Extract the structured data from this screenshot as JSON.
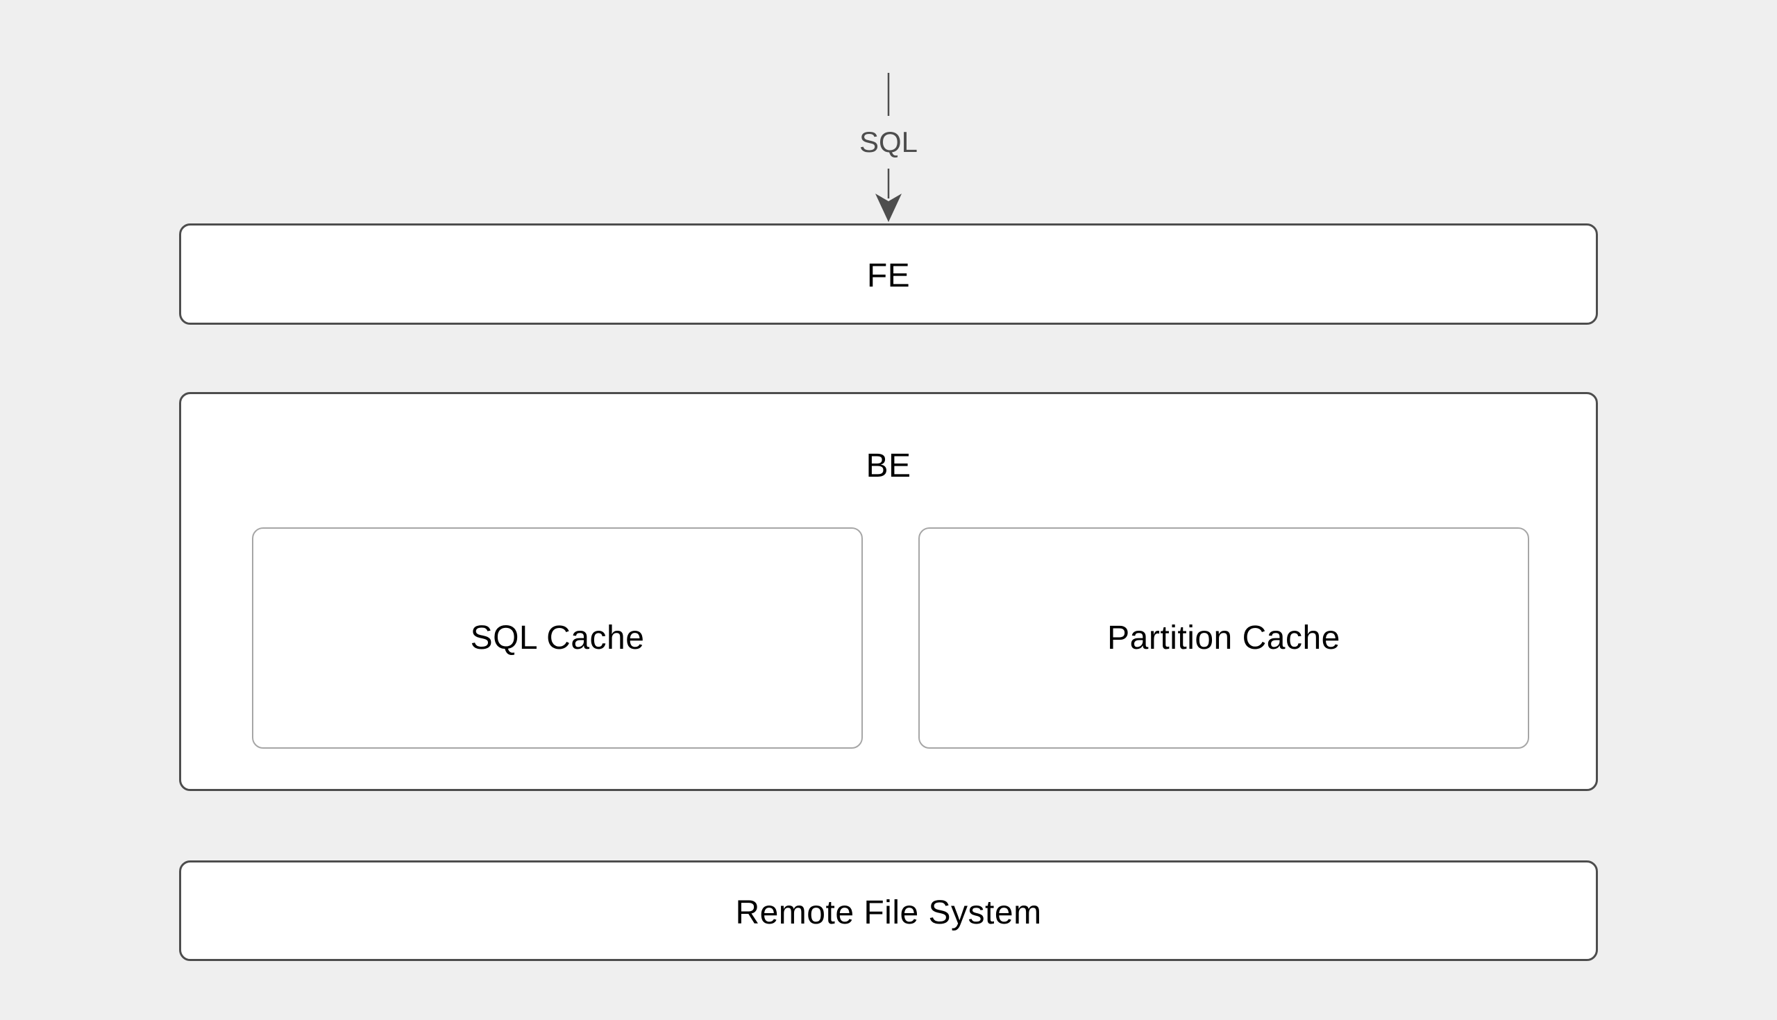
{
  "diagram": {
    "flow": {
      "label": "SQL"
    },
    "nodes": {
      "fe": {
        "label": "FE"
      },
      "be": {
        "label": "BE",
        "children": {
          "sql_cache": {
            "label": "SQL Cache"
          },
          "partition_cache": {
            "label": "Partition Cache"
          }
        }
      },
      "remote_file_system": {
        "label": "Remote File System"
      }
    },
    "colors": {
      "background": "#efefef",
      "node_fill": "#ffffff",
      "node_border": "#4d4d4d",
      "inner_node_border": "#a6a6a6",
      "label_text": "#000000",
      "arrow": "#4d4d4d"
    }
  }
}
